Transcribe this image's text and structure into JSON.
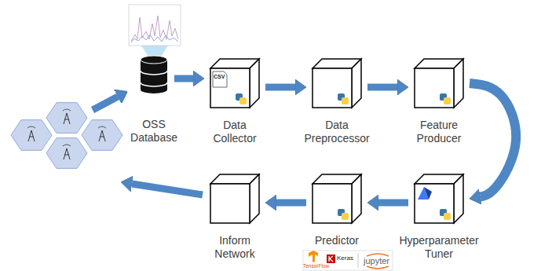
{
  "diagram": {
    "nodes": [
      {
        "text": [
          "OSS Database"
        ]
      },
      {
        "text": [
          "Data Collector"
        ]
      },
      {
        "text": [
          "Data Preprocessor"
        ]
      },
      {
        "text": [
          "Feature Producer"
        ]
      },
      {
        "text": [
          "Hyperparameter Tuner"
        ]
      },
      {
        "text": [
          "Predictor"
        ]
      },
      {
        "text": [
          "Inform Network"
        ]
      }
    ],
    "edges": [
      {
        "from": 0,
        "to": 1,
        "arrow": "to"
      },
      {
        "from": 1,
        "to": 2,
        "arrow": "to"
      },
      {
        "from": 2,
        "to": 3,
        "arrow": "to"
      },
      {
        "from": 3,
        "to": 4,
        "arrow": "to"
      },
      {
        "from": 4,
        "to": 5,
        "arrow": "to"
      },
      {
        "from": 5,
        "to": 6,
        "arrow": "to"
      }
    ],
    "labels": [
      "CSV",
      "TensorFlow",
      "Keras",
      "jupyter"
    ]
  }
}
